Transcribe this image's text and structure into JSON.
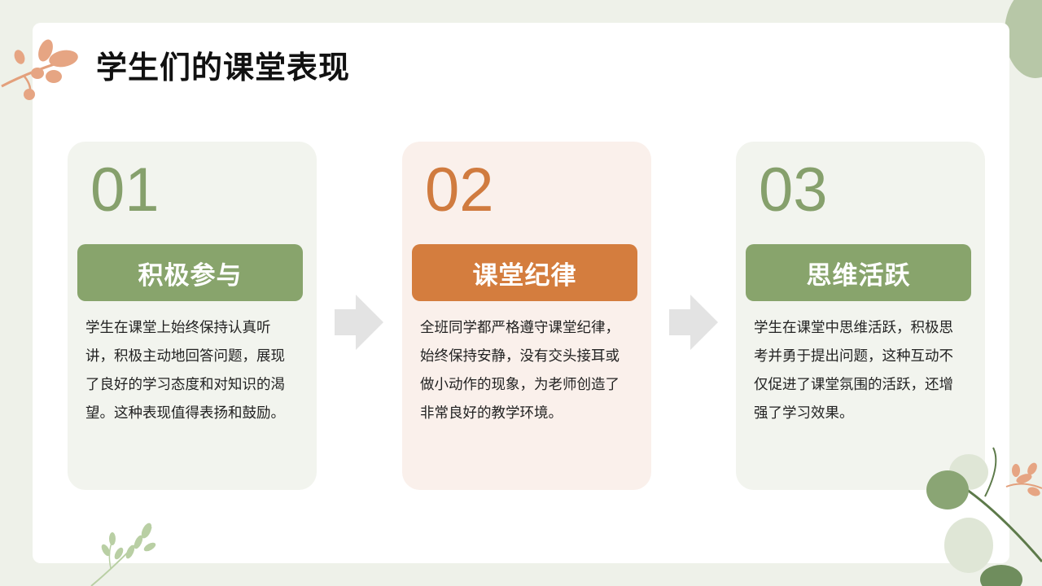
{
  "slide": {
    "title": "学生们的课堂表现"
  },
  "cards": [
    {
      "number": "01",
      "heading": "积极参与",
      "text": "学生在课堂上始终保持认真听讲，积极主动地回答问题，展现了良好的学习态度和对知识的渴望。这种表现值得表扬和鼓励。"
    },
    {
      "number": "02",
      "heading": "课堂纪律",
      "text": "全班同学都严格遵守课堂纪律，始终保持安静，没有交头接耳或做小动作的现象，为老师创造了非常良好的教学环境。"
    },
    {
      "number": "03",
      "heading": "思维活跃",
      "text": "学生在课堂中思维活跃，积极思考并勇于提出问题，这种互动不仅促进了课堂氛围的活跃，还增强了学习效果。"
    }
  ],
  "colors": {
    "green": "#88a46c",
    "orange": "#d47d3e",
    "background": "#eef1e9"
  },
  "icons": [
    "right-arrow-icon",
    "leaf-branch-decoration"
  ]
}
